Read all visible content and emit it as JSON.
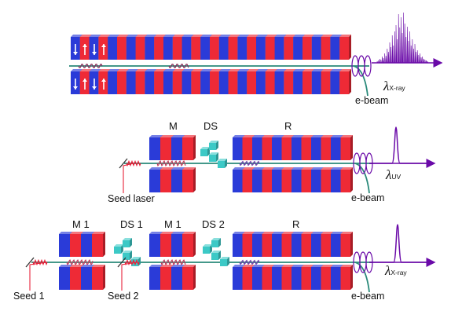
{
  "colors": {
    "magnet_red": "#ee2a36",
    "magnet_blue": "#2a3bd8",
    "chicane": "#3cc9c6",
    "beam_line": "#2a8a7a",
    "seed": "#e8223a",
    "spectrum": "#6a0aa8"
  },
  "panel_sase": {
    "wavelength_symbol": "λ",
    "wavelength_sub": "X-ray",
    "beam_label": "e-beam"
  },
  "panel_hghg": {
    "modulator_label": "M",
    "chicane_label": "DS",
    "radiator_label": "R",
    "seed_label": "Seed laser",
    "wavelength_symbol": "λ",
    "wavelength_sub": "UV",
    "beam_label": "e-beam"
  },
  "panel_echo": {
    "modulator1_label": "M 1",
    "chicane1_label": "DS 1",
    "modulator2_label": "M 1",
    "chicane2_label": "DS 2",
    "radiator_label": "R",
    "seed1_label": "Seed 1",
    "seed2_label": "Seed 2",
    "wavelength_symbol": "λ",
    "wavelength_sub": "X-ray",
    "beam_label": "e-beam"
  }
}
